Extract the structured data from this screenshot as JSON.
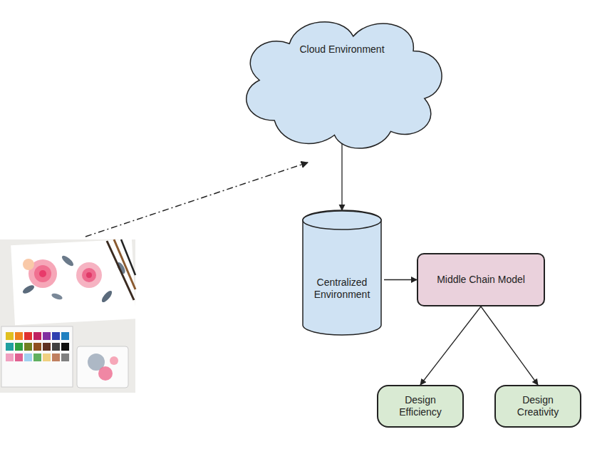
{
  "diagram": {
    "nodes": [
      {
        "text": [
          "Cloud Environment"
        ]
      },
      {
        "text": [
          "Centralized Environment"
        ]
      },
      {
        "text": [
          "Middle Chain Model"
        ]
      },
      {
        "text": [
          "Design Efficiency"
        ]
      },
      {
        "text": [
          "Design Creativity"
        ]
      }
    ],
    "edges": [
      {
        "from": 0,
        "to": 1,
        "arrow": "to"
      },
      {
        "from": 1,
        "to": 2,
        "arrow": "to"
      },
      {
        "from": 2,
        "to": 3,
        "arrow": "to"
      },
      {
        "from": 2,
        "to": 4,
        "arrow": "to"
      }
    ]
  }
}
